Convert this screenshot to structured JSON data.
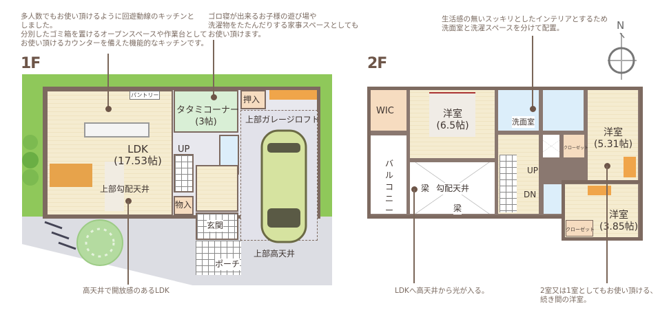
{
  "floors": {
    "first": "1F",
    "second": "2F"
  },
  "compass": {
    "north": "N"
  },
  "annotations": {
    "kitchen": "多人数でもお使い頂けるように回遊動線のキッチンと\nしました。\n分別したゴミ箱を置けるオープンスペースや作業台として\nお使い頂けるカウンターを備えた機能的なキッチンです。",
    "tatami": "ゴロ寝が出来るお子様の遊び場や\n洗濯物をたたんだりする家事スペースとしても\nお使い頂けます。",
    "ldk_ceiling": "高天井で開放感のあるLDK",
    "washroom": "生活感の無いスッキリとしたインテリアとするため\n洗面室と洗濯スペースを分けて配置。",
    "void": "LDKへ高天井から光が入る。",
    "bedrooms": "2室又は1室としてもお使い頂ける、\n続き間の洋室。"
  },
  "first_floor": {
    "pantry": "パントリー",
    "ldk": "LDK\n(17.53帖)",
    "ldk_ceiling": "上部勾配天井",
    "up": "UP",
    "tatami": "タタミコーナー\n(3帖)",
    "oshiire": "押入",
    "garage_loft": "上部ガレージロフト",
    "storage": "物入",
    "genkan": "玄関",
    "porch": "ポーチ",
    "high_ceiling": "上部高天井"
  },
  "second_floor": {
    "wic": "WIC",
    "room1": "洋室\n(6.5帖)",
    "washroom": "洗面室",
    "room2": "洋室\n(5.31帖)",
    "closet1": "クローゼット",
    "balcony": "バルコニー",
    "beam1": "梁",
    "void": "勾配天井",
    "beam2": "梁",
    "up": "UP",
    "dn": "DN",
    "room3": "洋室\n(3.85帖)",
    "closet2": "クローゼット"
  }
}
